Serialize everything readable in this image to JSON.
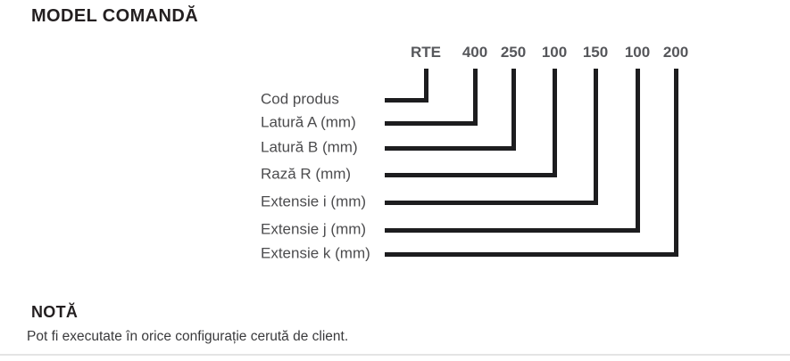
{
  "page": {
    "title": "MODEL COMANDĂ"
  },
  "diagram": {
    "code_parts": [
      {
        "code": "RTE",
        "label": "Cod produs"
      },
      {
        "code": "400",
        "label": "Latură A (mm)"
      },
      {
        "code": "250",
        "label": "Latură B (mm)"
      },
      {
        "code": "100",
        "label": "Rază R (mm)"
      },
      {
        "code": "150",
        "label": "Extensie i (mm)"
      },
      {
        "code": "100",
        "label": "Extensie j (mm)"
      },
      {
        "code": "200",
        "label": "Extensie k (mm)"
      }
    ],
    "colors": {
      "line": "#1d1d1f",
      "code_text": "#56575b",
      "label_text": "#4c4c4e"
    }
  },
  "note": {
    "heading": "NOTĂ",
    "body": "Pot fi executate în orice configurație cerută de client."
  },
  "colors": {
    "title": "#231f20",
    "note_text": "#3a3a3c",
    "divider": "#e4e4e4"
  }
}
